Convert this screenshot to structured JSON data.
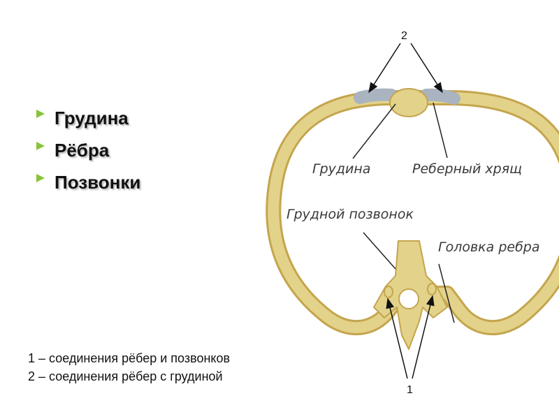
{
  "bullets": [
    "Грудина",
    "Рёбра",
    "Позвонки"
  ],
  "legend": [
    "1 – соединения рёбер и позвонков",
    "2 – соединения рёбер с грудиной"
  ],
  "diagram": {
    "labels": {
      "sternum": "Грудина",
      "costal_cartilage": "Реберный хрящ",
      "thoracic_vertebra": "Грудной позвонок",
      "rib_head": "Головка ребра"
    },
    "markers": {
      "top": "2",
      "bottom": "1"
    },
    "colors": {
      "bone": "#e3d28a",
      "bone_edge": "#c4a54d",
      "cartilage": "#a9b4c0"
    }
  }
}
